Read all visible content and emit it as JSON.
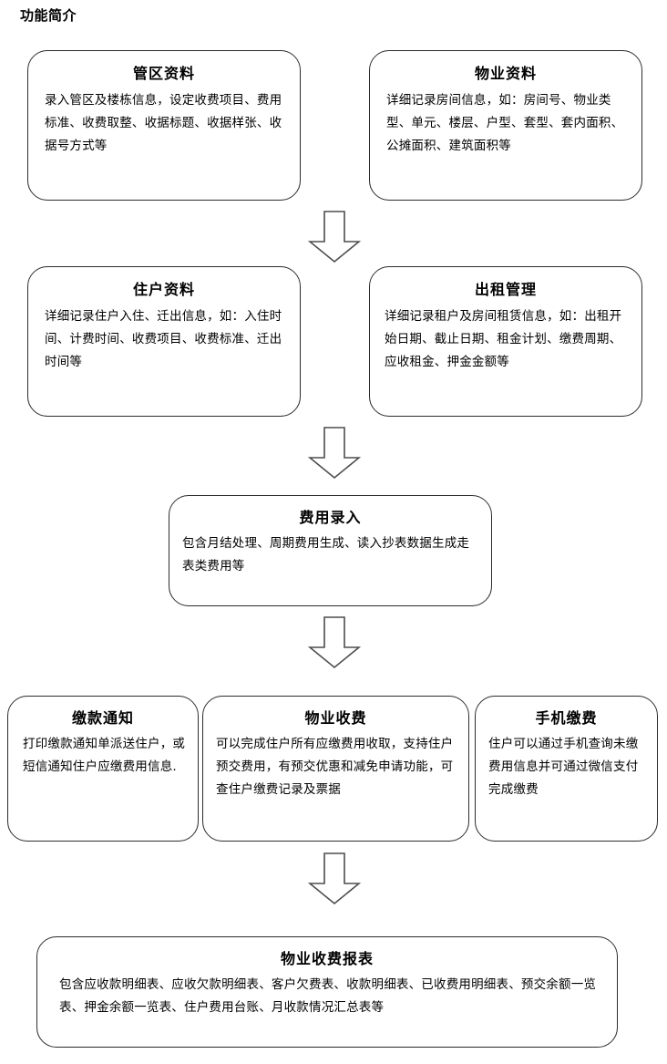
{
  "page": {
    "title": "功能简介"
  },
  "nodes": [
    {
      "id": "district",
      "title": "管区资料",
      "body": "录入管区及楼栋信息，设定收费项目、费用标准、收费取整、收据标题、收据样张、收据号方式等"
    },
    {
      "id": "property",
      "title": "物业资料",
      "body": "详细记录房间信息，如：房间号、物业类型、单元、楼层、户型、套型、套内面积、公摊面积、建筑面积等"
    },
    {
      "id": "resident",
      "title": "住户资料",
      "body": "详细记录住户入住、迁出信息，如：入住时间、计费时间、收费项目、收费标准、迁出时间等"
    },
    {
      "id": "rental",
      "title": "出租管理",
      "body": "详细记录租户及房间租赁信息，如：出租开始日期、截止日期、租金计划、缴费周期、应收租金、押金金额等"
    },
    {
      "id": "feeentry",
      "title": "费用录入",
      "body": "包含月结处理、周期费用生成、读入抄表数据生成走表类费用等"
    },
    {
      "id": "notice",
      "title": "缴款通知",
      "body": "打印缴款通知单派送住户，或短信通知住户应缴费用信息."
    },
    {
      "id": "charging",
      "title": "物业收费",
      "body": "可以完成住户所有应缴费用收取，支持住户预交费用，有预交优惠和减免申请功能，可查住户缴费记录及票据"
    },
    {
      "id": "mobile",
      "title": "手机缴费",
      "body": "住户可以通过手机查询未缴费用信息并可通过微信支付完成缴费"
    },
    {
      "id": "reports",
      "title": "物业收费报表",
      "body": "包含应收款明细表、应收欠款明细表、客户欠费表、收款明细表、已收费用明细表、预交余额一览表、押金余额一览表、住户费用台账、月收款情况汇总表等"
    }
  ],
  "arrows": [
    {
      "id": "arrow-1",
      "name": "down-arrow-row1-to-row2"
    },
    {
      "id": "arrow-2",
      "name": "down-arrow-row2-to-fee-entry"
    },
    {
      "id": "arrow-3",
      "name": "down-arrow-fee-entry-to-row4"
    },
    {
      "id": "arrow-4",
      "name": "down-arrow-row4-to-reports"
    }
  ],
  "colors": {
    "box_border": "#2b2b2b",
    "arrow_stroke": "#4d4d4d",
    "text": "#000000",
    "background": "#ffffff"
  }
}
